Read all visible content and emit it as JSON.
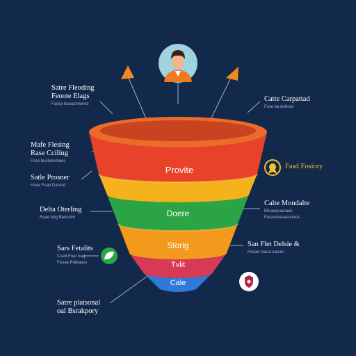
{
  "funnel": {
    "stages": [
      {
        "label": "Provite",
        "color": "#e8432a"
      },
      {
        "label": "",
        "color": "#f6b21c"
      },
      {
        "label": "Doere",
        "color": "#2ba446"
      },
      {
        "label": "Storig",
        "color": "#f39a1c"
      },
      {
        "label": "Tvlit",
        "color": "#d63a55"
      },
      {
        "label": "Cale",
        "color": "#2f79d8"
      }
    ],
    "rim_color": "#ee6a2a"
  },
  "labels": {
    "top_left": {
      "title": "Satre Fleoding",
      "title2": "Feoote Elags",
      "sub": "Fasse baoacmiwroe"
    },
    "mid_left_1": {
      "title": "Mafe Flesing",
      "title2": "Rase Cciling",
      "sub": "Fsse buoluovmaes"
    },
    "mid_left_2": {
      "title": "Satle Prosner",
      "sub": "Hase Fuae Dausrd"
    },
    "mid_left_3": {
      "title": "Delta Oterling",
      "sub": "Ruae bag Bansotin"
    },
    "low_left": {
      "title": "Sars Fetalits",
      "title2": "",
      "sub": "Cued Fuar oag",
      "sub2": "Feuae Paieaass"
    },
    "bottom_left": {
      "title": "Satre platsonal",
      "title2": "oal Bsrakpory"
    },
    "top_right": {
      "title": "Catte Carpattad",
      "sub": "Fsse ba dulvoar"
    },
    "mid_right_1": {
      "title": "Fasd Fosiory",
      "sub": ""
    },
    "mid_right_2": {
      "title": "Calte Mondalte",
      "sub": "Ehoaepuaoaae",
      "sub2": "Fasaemaoasouaos"
    },
    "low_right": {
      "title": "San Flet Delsie &",
      "sub": "Fesae roaua eanao"
    }
  },
  "colors": {
    "background": "#13294b",
    "arrow": "#f5891f",
    "connector": "#9fb0c8",
    "avatar_bg": "#9fd3e0",
    "gold": "#f2c12e"
  },
  "icons": [
    "person-icon",
    "arrow-up-left-icon",
    "arrow-up-right-icon",
    "badge-icon",
    "leaf-icon",
    "shield-icon"
  ]
}
